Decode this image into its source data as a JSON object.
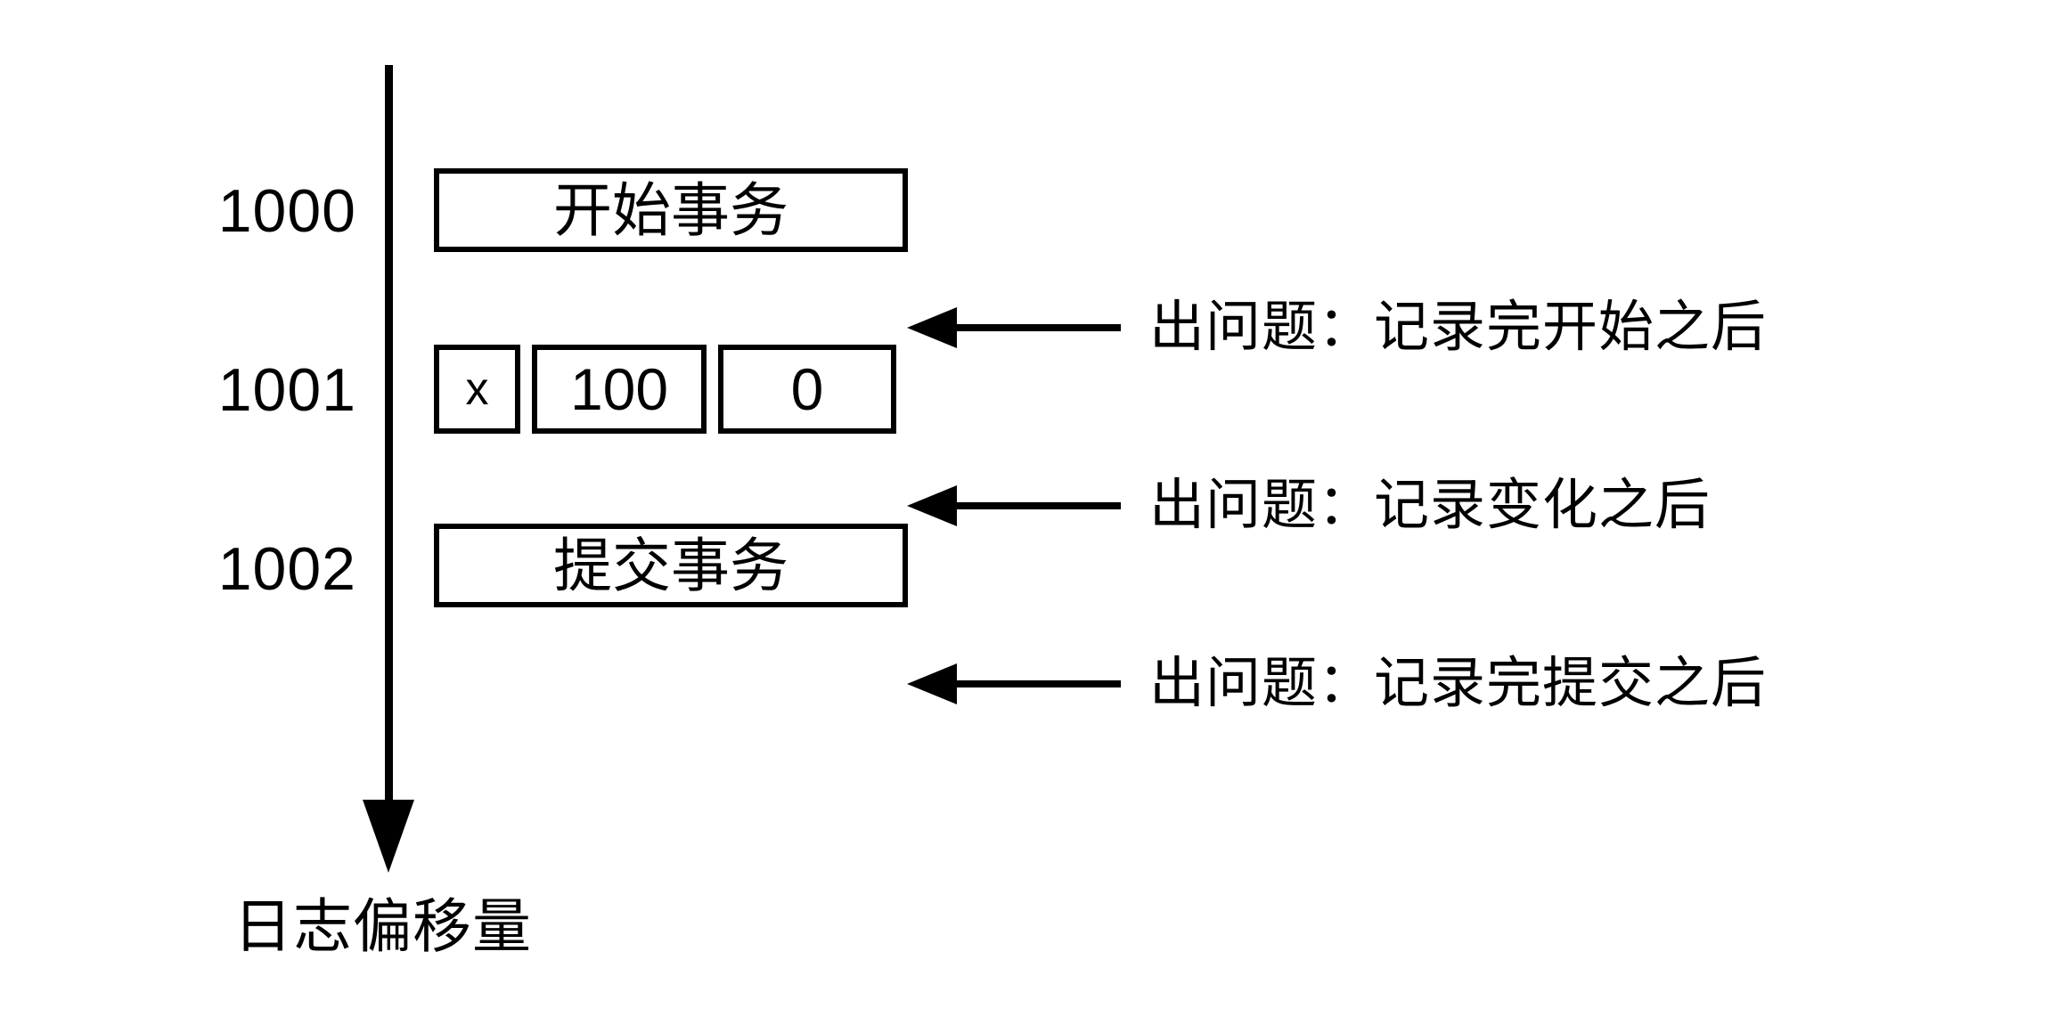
{
  "diagram": {
    "title": "日志偏移量",
    "axis": {
      "caption": "日志偏移量",
      "direction": "down",
      "line_color": "#000000"
    },
    "offsets": [
      {
        "label": "1000"
      },
      {
        "label": "1001"
      },
      {
        "label": "1002"
      }
    ],
    "records": [
      {
        "offset": "1000",
        "kind": "single",
        "text": "开始事务"
      },
      {
        "offset": "1001",
        "kind": "segmented",
        "cells": [
          {
            "text": "x"
          },
          {
            "text": "100"
          },
          {
            "text": "0"
          }
        ]
      },
      {
        "offset": "1002",
        "kind": "single",
        "text": "提交事务"
      }
    ],
    "annotations": [
      {
        "text": "出问题：记录完开始之后"
      },
      {
        "text": "出问题：记录变化之后"
      },
      {
        "text": "出问题：记录完提交之后"
      }
    ],
    "colors": {
      "background": "#ffffff",
      "stroke": "#000000",
      "text": "#000000"
    }
  }
}
